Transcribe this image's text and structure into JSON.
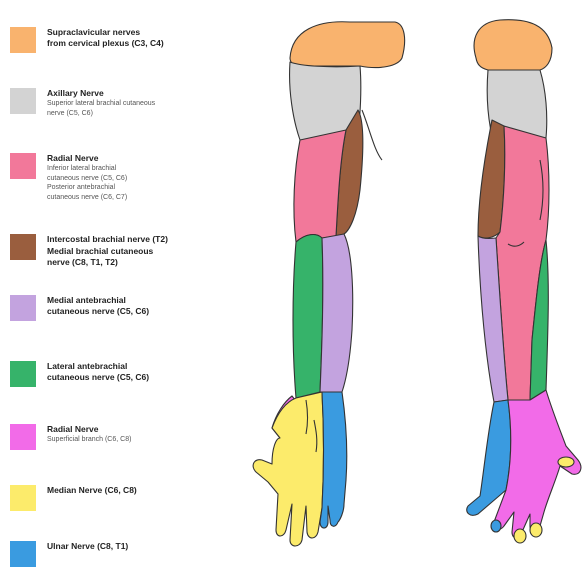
{
  "legend": [
    {
      "color": "#F9B36E",
      "title": "Supraclavicular nerves\nfrom cervical plexus (C3, C4)",
      "desc": ""
    },
    {
      "color": "#D3D3D3",
      "title": "Axillary Nerve",
      "desc": "Superior lateral brachial cutaneous\nnerve (C5, C6)"
    },
    {
      "color": "#F2789A",
      "title": "Radial Nerve",
      "desc": "Inferior lateral brachial\ncutaneous nerve (C5, C6)\nPosterior antebrachial\ncutaneous nerve (C6, C7)"
    },
    {
      "color": "#9A5E3E",
      "title": "Intercostal brachial nerve (T2)",
      "title2": "Medial brachial cutaneous\nnerve (C8, T1, T2)",
      "desc": ""
    },
    {
      "color": "#C3A3DF",
      "title": "Medial antebrachial\ncutaneous nerve (C5, C6)",
      "desc": ""
    },
    {
      "color": "#36B36A",
      "title": "Lateral antebrachial\ncutaneous nerve (C5, C6)",
      "desc": ""
    },
    {
      "color": "#F26BE8",
      "title": "Radial Nerve",
      "desc": "Superficial branch (C6, C8)"
    },
    {
      "color": "#FCEB6B",
      "title": "Median Nerve (C6, C8)",
      "desc": ""
    },
    {
      "color": "#3A9BE0",
      "title": "Ulnar Nerve (C8, T1)",
      "desc": ""
    }
  ]
}
